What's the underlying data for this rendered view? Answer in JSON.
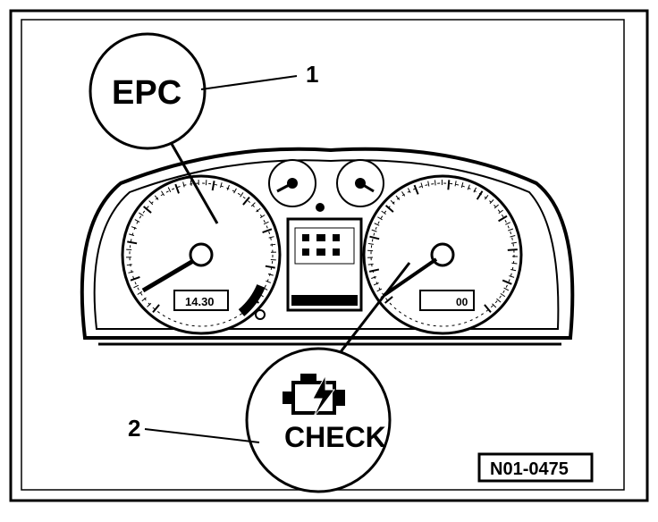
{
  "callouts": {
    "epc": {
      "number": "1",
      "text": "EPC"
    },
    "check": {
      "number": "2",
      "text": "CHECK"
    }
  },
  "figure_code": "N01-0475",
  "cluster": {
    "tachometer_odometer": "14.30",
    "speedometer_trip": "00"
  },
  "icons": {
    "check_callout": "engine-check-icon"
  }
}
